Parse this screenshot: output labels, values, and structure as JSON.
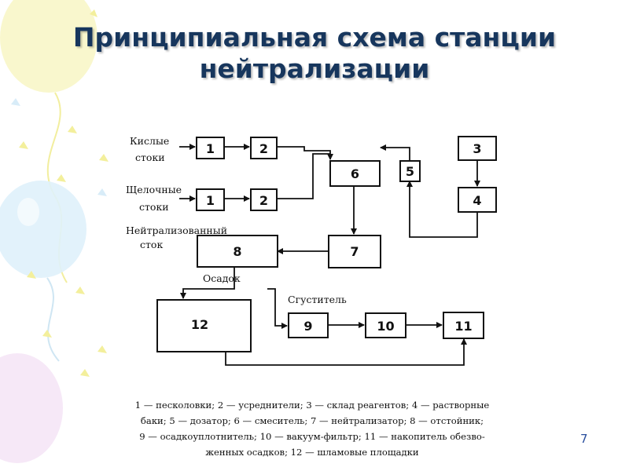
{
  "slide": {
    "title_lines": [
      "Принципиальная схема станции",
      "нейтрализации"
    ],
    "number": "7"
  },
  "diagram": {
    "inputs": {
      "acid": [
        "Кислые",
        "стоки"
      ],
      "alkaline": [
        "Щелочные",
        "стоки"
      ],
      "neutralized": [
        "Нейтрализованный",
        "сток"
      ],
      "sediment": "Осадок",
      "thickener": "Сгуститель"
    },
    "nodes": {
      "sand_trap_1": "1",
      "equalizer_1": "2",
      "sand_trap_2": "1",
      "equalizer_2": "2",
      "reagent_storage": "3",
      "solution_tanks": "4",
      "dosing_unit": "5",
      "mixer": "6",
      "neutralizer": "7",
      "settler": "8",
      "sludge_thickener": "9",
      "vacuum_filter": "10",
      "cake_storage": "11",
      "sludge_beds": "12"
    }
  },
  "legend": {
    "lines": [
      "1 — песколовки; 2 — усреднители; 3 — склад реагентов; 4 — растворные",
      "баки; 5 — дозатор; 6 — смеситель; 7 — нейтрализатор; 8 — отстойник;",
      "9 — осадкоуплотнитель; 10 — вакуум-фильтр; 11 — накопитель обезво-",
      "женных осадков; 12 — шламовые площадки"
    ]
  },
  "colors": {
    "title": "#17365d",
    "slide_number": "#2a4f9e",
    "diagram_ink": "#111111"
  }
}
